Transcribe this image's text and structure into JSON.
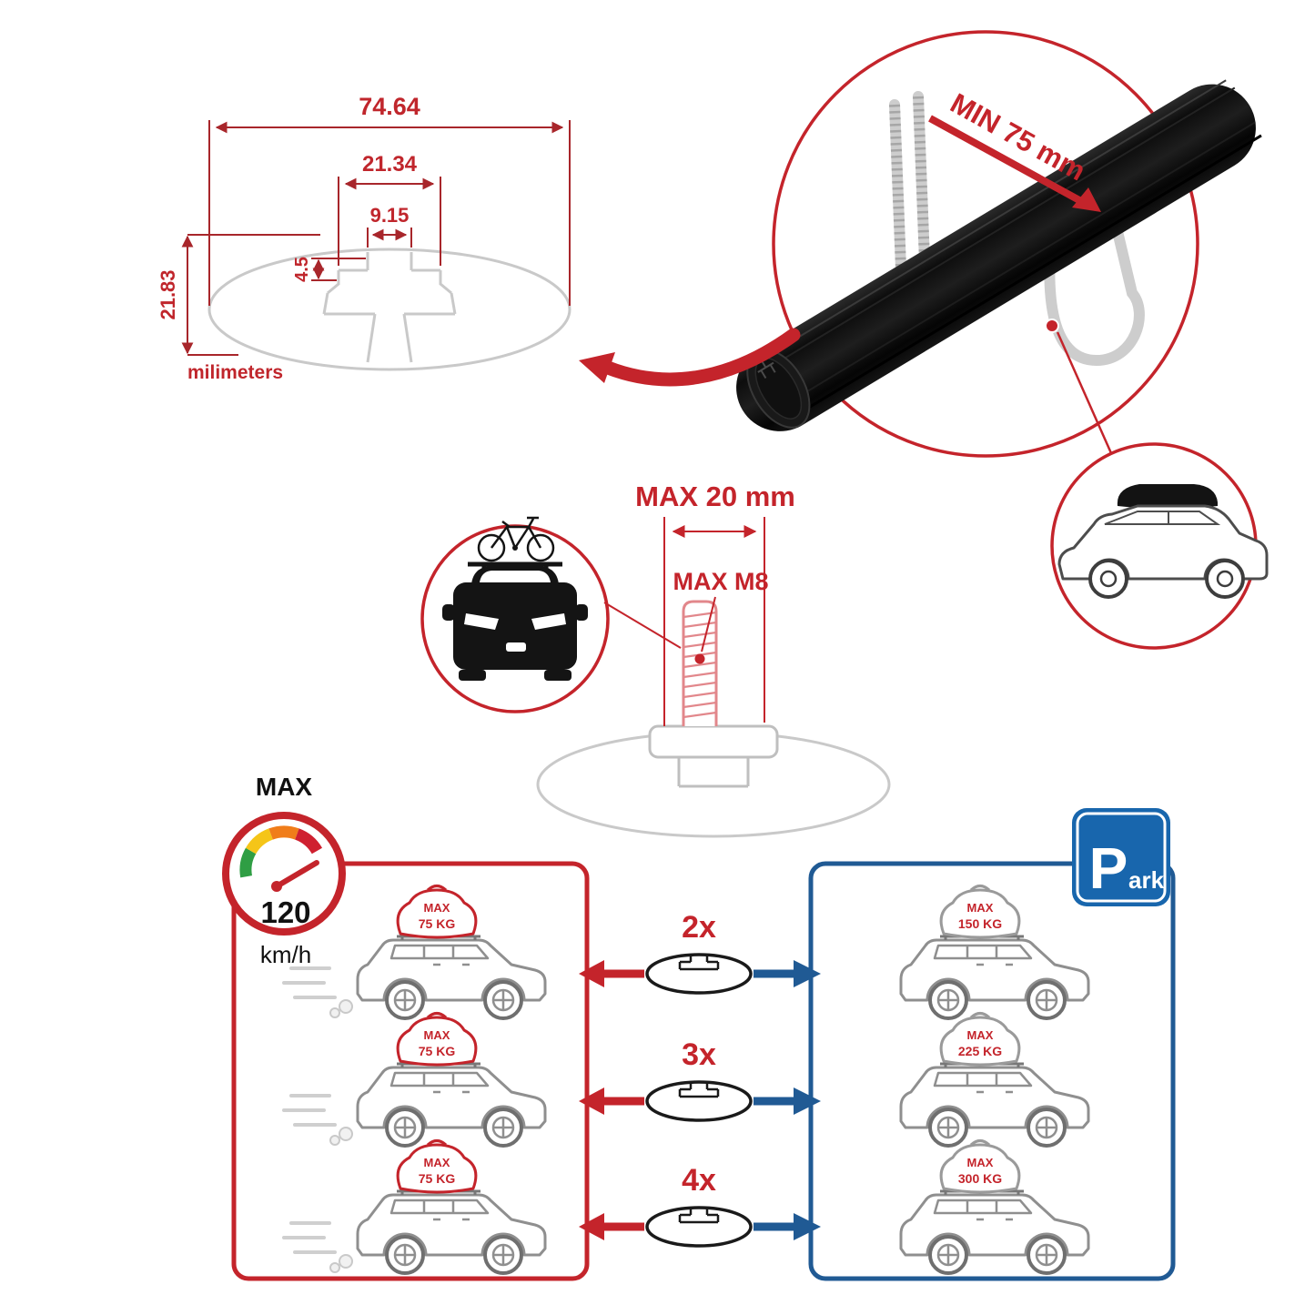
{
  "colors": {
    "accent_red": "#c4242b",
    "dimension_red": "#a8262b",
    "panel_blue": "#205a94",
    "sign_blue": "#1866ad",
    "profile_gray": "#c9c9c9",
    "bar_black": "#111111"
  },
  "profile_dimensions": {
    "total_width": "74.64",
    "slot_outer_width": "21.34",
    "slot_opening_width": "9.15",
    "slot_lip_depth": "4.5",
    "profile_height": "21.83",
    "units": "milimeters"
  },
  "crossbar_detail": {
    "min_clamp_length": "MIN 75 mm"
  },
  "bolt_detail": {
    "max_length": "MAX 20 mm",
    "max_thread": "MAX M8"
  },
  "speed_limit": {
    "label": "MAX",
    "value": "120",
    "units": "km/h"
  },
  "load_comparison": {
    "driving": {
      "cars": [
        {
          "label": "MAX",
          "weight": "75 KG"
        },
        {
          "label": "MAX",
          "weight": "75 KG"
        },
        {
          "label": "MAX",
          "weight": "75 KG"
        }
      ]
    },
    "multipliers": [
      {
        "count": "2x"
      },
      {
        "count": "3x"
      },
      {
        "count": "4x"
      }
    ],
    "parking": {
      "sign_letter": "P",
      "sign_rest": "ark",
      "cars": [
        {
          "label": "MAX",
          "weight": "150 KG"
        },
        {
          "label": "MAX",
          "weight": "225 KG"
        },
        {
          "label": "MAX",
          "weight": "300 KG"
        }
      ]
    }
  }
}
